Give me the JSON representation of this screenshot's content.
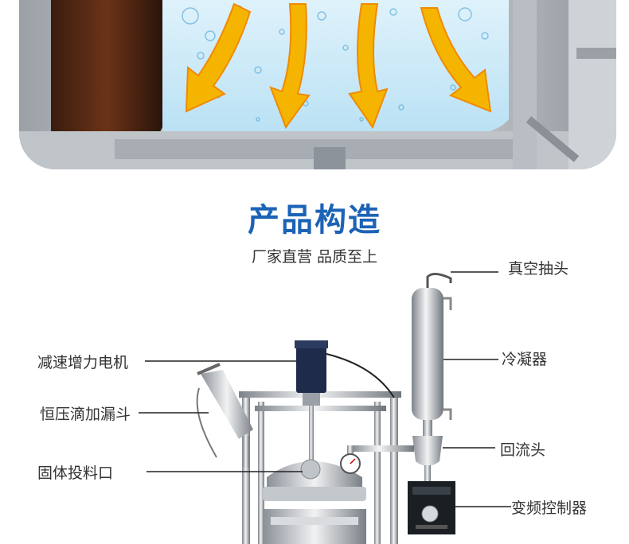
{
  "section": {
    "title": "产品构造",
    "subtitle": "厂家直营 品质至上"
  },
  "labels": {
    "left": [
      "减速增力电机",
      "恒压滴加漏斗",
      "固体投料口"
    ],
    "right": [
      "真空抽头",
      "冷凝器",
      "回流头",
      "变频控制器"
    ]
  },
  "colors": {
    "title": "#1c63b6",
    "arrow": "#f5b400",
    "water": "#a9d9f2",
    "steel": "#c7ccd2",
    "motor": "#1e2b4a"
  }
}
